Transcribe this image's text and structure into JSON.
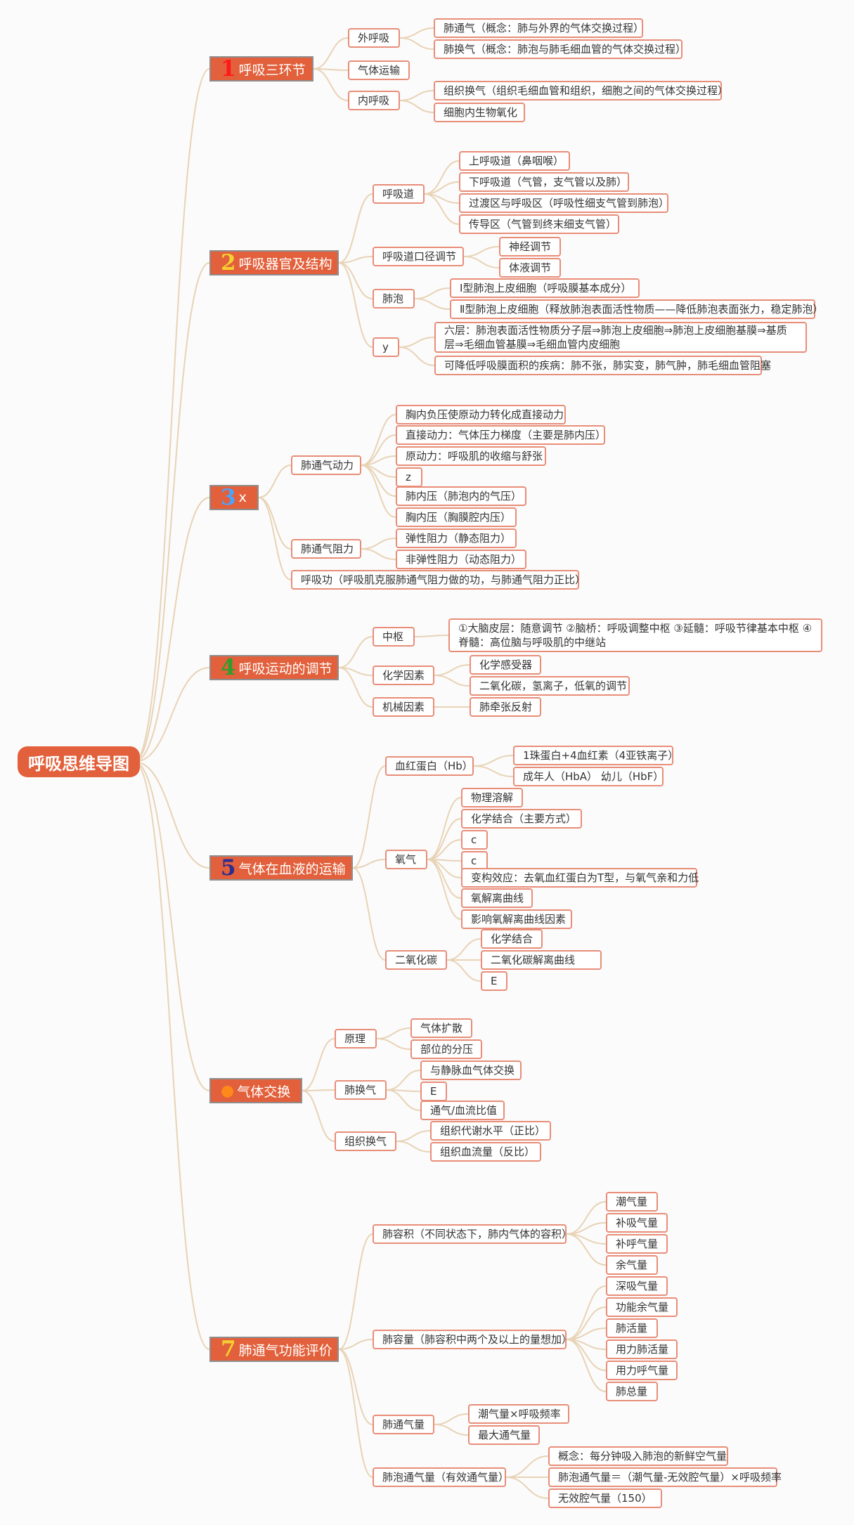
{
  "root": "呼吸思维导图",
  "colors": {
    "topic_fill": "#e2603b",
    "leaf_border": "#e88d78",
    "edge": "#e8d3b6"
  },
  "topics": [
    {
      "num": "1",
      "num_color": "#ff1a1a",
      "label": "呼吸三环节",
      "children": [
        {
          "label": "外呼吸",
          "children": [
            {
              "label": "肺通气（概念：肺与外界的气体交换过程）"
            },
            {
              "label": "肺换气（概念：肺泡与肺毛细血管的气体交换过程）"
            }
          ]
        },
        {
          "label": "气体运输"
        },
        {
          "label": "内呼吸",
          "children": [
            {
              "label": "组织换气（组织毛细血管和组织，细胞之间的气体交换过程）"
            },
            {
              "label": "细胞内生物氧化"
            }
          ]
        }
      ]
    },
    {
      "num": "2",
      "num_color": "#f4d030",
      "label": "呼吸器官及结构",
      "children": [
        {
          "label": "呼吸道",
          "children": [
            {
              "label": "上呼吸道（鼻咽喉）"
            },
            {
              "label": "下呼吸道（气管，支气管以及肺）"
            },
            {
              "label": "过渡区与呼吸区（呼吸性细支气管到肺泡）"
            },
            {
              "label": "传导区（气管到终末细支气管）"
            }
          ]
        },
        {
          "label": "呼吸道口径调节",
          "children": [
            {
              "label": "神经调节"
            },
            {
              "label": "体液调节"
            }
          ]
        },
        {
          "label": "肺泡",
          "children": [
            {
              "label": "Ⅰ型肺泡上皮细胞（呼吸膜基本成分）"
            },
            {
              "label": "Ⅱ型肺泡上皮细胞（释放肺泡表面活性物质——降低肺泡表面张力，稳定肺泡）"
            }
          ]
        },
        {
          "label": "y",
          "children": [
            {
              "label": "六层：肺泡表面活性物质分子层⇒肺泡上皮细胞⇒肺泡上皮细胞基膜⇒基质层⇒毛细血管基膜⇒毛细血管内皮细胞"
            },
            {
              "label": "可降低呼吸膜面积的疾病：肺不张，肺实变，肺气肿，肺毛细血管阻塞"
            }
          ]
        }
      ]
    },
    {
      "num": "3",
      "num_color": "#4aa3ff",
      "label": "x",
      "children": [
        {
          "label": "肺通气动力",
          "children": [
            {
              "label": "胸内负压使原动力转化成直接动力"
            },
            {
              "label": "直接动力：气体压力梯度（主要是肺内压）"
            },
            {
              "label": "原动力：呼吸肌的收缩与舒张"
            },
            {
              "label": "z"
            },
            {
              "label": "肺内压（肺泡内的气压）"
            },
            {
              "label": "胸内压（胸膜腔内压）"
            }
          ]
        },
        {
          "label": "肺通气阻力",
          "children": [
            {
              "label": "弹性阻力（静态阻力）"
            },
            {
              "label": "非弹性阻力（动态阻力）"
            }
          ]
        },
        {
          "label": "呼吸功（呼吸肌克服肺通气阻力做的功，与肺通气阻力正比）"
        }
      ]
    },
    {
      "num": "4",
      "num_color": "#2e9e2e",
      "label": "呼吸运动的调节",
      "children": [
        {
          "label": "中枢",
          "children": [
            {
              "label": "①大脑皮层：随意调节 ②脑桥：呼吸调整中枢 ③延髓：呼吸节律基本中枢 ④脊髓：高位脑与呼吸肌的中继站"
            }
          ]
        },
        {
          "label": "化学因素",
          "children": [
            {
              "label": "化学感受器"
            },
            {
              "label": "二氧化碳，氢离子，低氧的调节"
            }
          ]
        },
        {
          "label": "机械因素",
          "children": [
            {
              "label": "肺牵张反射"
            }
          ]
        }
      ]
    },
    {
      "num": "5",
      "num_color": "#2b2d8f",
      "label": "气体在血液的运输",
      "children": [
        {
          "label": "血红蛋白（Hb）",
          "children": [
            {
              "label": "1珠蛋白+4血红素（4亚铁离子）"
            },
            {
              "label": "成年人（HbA） 幼儿（HbF）"
            }
          ]
        },
        {
          "label": "氧气",
          "children": [
            {
              "label": "物理溶解"
            },
            {
              "label": "化学结合（主要方式）"
            },
            {
              "label": "c"
            },
            {
              "label": "c"
            },
            {
              "label": "变构效应：去氧血红蛋白为T型，与氧气亲和力低"
            },
            {
              "label": "氧解离曲线"
            },
            {
              "label": "影响氧解离曲线因素"
            }
          ]
        },
        {
          "label": "二氧化碳",
          "children": [
            {
              "label": "化学结合"
            },
            {
              "label": "二氧化碳解离曲线"
            },
            {
              "label": "E"
            }
          ]
        }
      ]
    },
    {
      "num": "",
      "num_color": "#ff8a1a",
      "label": "气体交换",
      "children": [
        {
          "label": "原理",
          "children": [
            {
              "label": "气体扩散"
            },
            {
              "label": "部位的分压"
            }
          ]
        },
        {
          "label": "肺换气",
          "children": [
            {
              "label": "与静脉血气体交换"
            },
            {
              "label": "E"
            },
            {
              "label": "通气/血流比值"
            }
          ]
        },
        {
          "label": "组织换气",
          "children": [
            {
              "label": "组织代谢水平（正比）"
            },
            {
              "label": "组织血流量（反比）"
            }
          ]
        }
      ]
    },
    {
      "num": "7",
      "num_color": "#f4d030",
      "label": "肺通气功能评价",
      "children": [
        {
          "label": "肺容积（不同状态下，肺内气体的容积）",
          "children": [
            {
              "label": "潮气量"
            },
            {
              "label": "补吸气量"
            },
            {
              "label": "补呼气量"
            },
            {
              "label": "余气量"
            }
          ]
        },
        {
          "label": "肺容量（肺容积中两个及以上的量想加）",
          "children": [
            {
              "label": "深吸气量"
            },
            {
              "label": "功能余气量"
            },
            {
              "label": "肺活量"
            },
            {
              "label": "用力肺活量"
            },
            {
              "label": "用力呼气量"
            },
            {
              "label": "肺总量"
            }
          ]
        },
        {
          "label": "肺通气量",
          "children": [
            {
              "label": "潮气量×呼吸频率"
            },
            {
              "label": "最大通气量"
            }
          ]
        },
        {
          "label": "肺泡通气量（有效通气量）",
          "children": [
            {
              "label": "概念：每分钟吸入肺泡的新鲜空气量"
            },
            {
              "label": "肺泡通气量＝（潮气量-无效腔气量）×呼吸频率"
            },
            {
              "label": "无效腔气量（150）"
            }
          ]
        }
      ]
    }
  ]
}
